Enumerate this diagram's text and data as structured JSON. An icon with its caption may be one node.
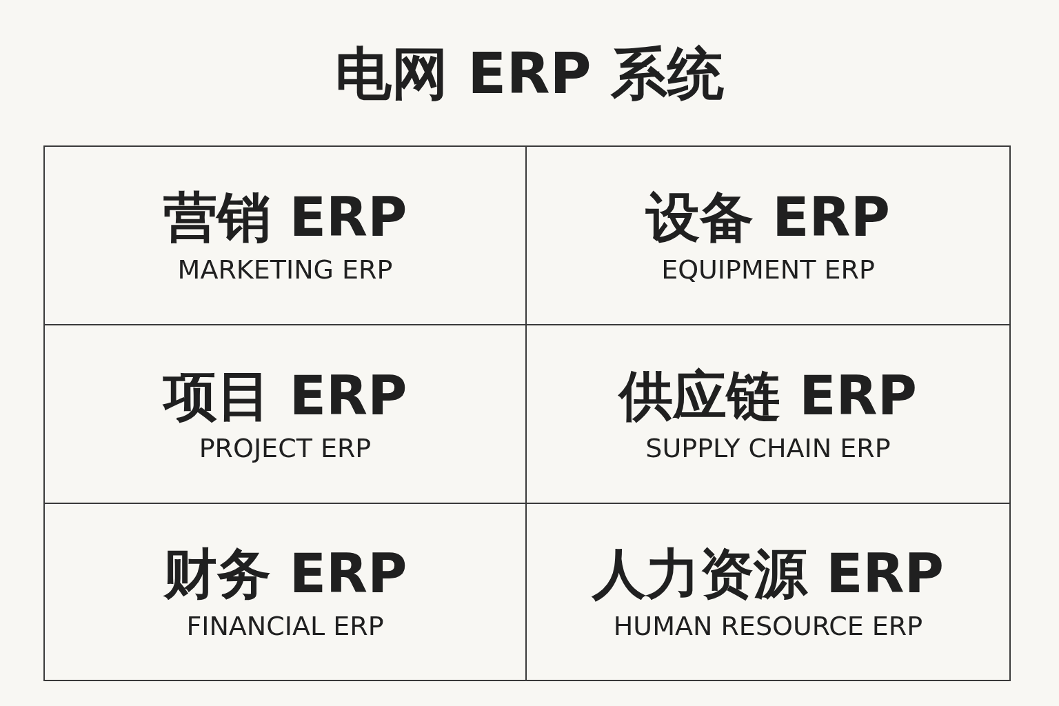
{
  "diagram": {
    "title": "电网 ERP 系统",
    "nodes": [
      {
        "text": [
          "营销 ERP",
          "MARKETING ERP"
        ]
      },
      {
        "text": [
          "设备 ERP",
          "EQUIPMENT ERP"
        ]
      },
      {
        "text": [
          "项目 ERP",
          "PROJECT ERP"
        ]
      },
      {
        "text": [
          "供应链 ERP",
          "SUPPLY CHAIN ERP"
        ]
      },
      {
        "text": [
          "财务 ERP",
          "FINANCIAL ERP"
        ]
      },
      {
        "text": [
          "人力资源 ERP",
          "HUMAN RESOURCE ERP"
        ]
      }
    ]
  }
}
